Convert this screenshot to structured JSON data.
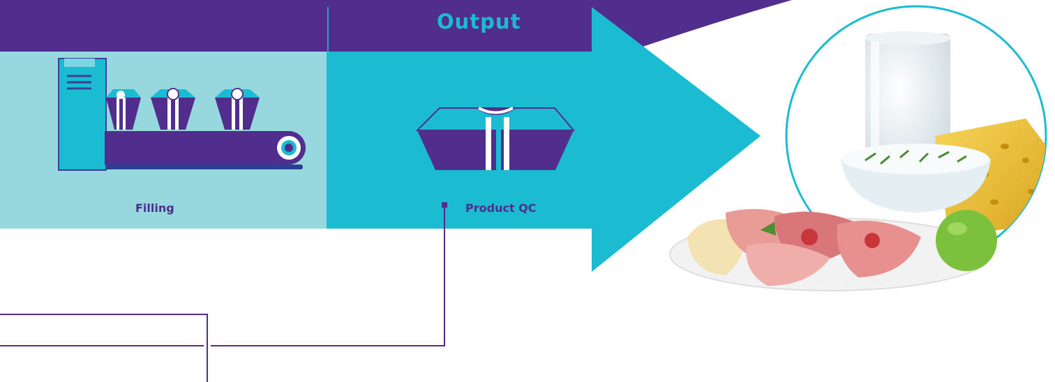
{
  "header": {
    "output_label": "Output"
  },
  "stages": {
    "filling": {
      "label": "Filling",
      "icon": "conveyor-filling-icon"
    },
    "product_qc": {
      "label": "Product QC",
      "icon": "packaged-product-icon"
    }
  },
  "images": {
    "food": "dairy-and-cold-cuts-photo"
  },
  "colors": {
    "purple": "#512e8e",
    "teal": "#1bbcd1",
    "light_teal": "#97d8df",
    "white": "#ffffff"
  }
}
